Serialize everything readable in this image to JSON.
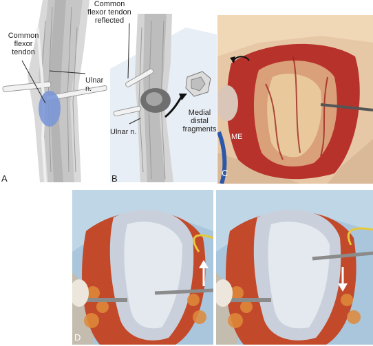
{
  "panels": {
    "A": {
      "letter": "A",
      "labels": {
        "common_flexor_tendon": "Common\nflexor\ntendon",
        "ulnar_n": "Ulnar\nn."
      }
    },
    "B": {
      "letter": "B",
      "labels": {
        "common_flexor_tendon_reflected": "Common\nflexor tendon\nreflected",
        "ulnar_n": "Ulnar n.",
        "medial_distal_fragments": "Medial\ndistal\nfragments"
      }
    },
    "C": {
      "letter": "C",
      "labels": {
        "me": "ME"
      }
    },
    "D": {
      "letter": "D"
    }
  },
  "colors": {
    "tendon_highlight": "#7b97d6",
    "tissue_red": "#b8322c",
    "skin": "#e7c8a6",
    "drape_blue": "#a9c6dc"
  }
}
